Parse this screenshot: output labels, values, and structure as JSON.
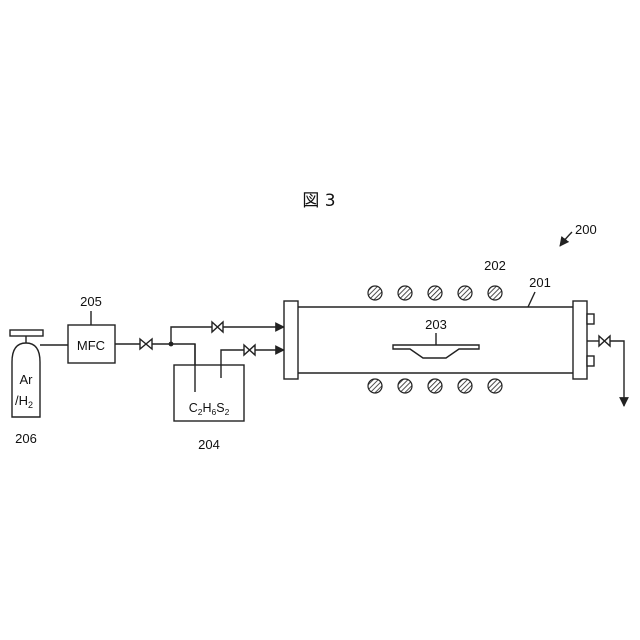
{
  "figure": {
    "title": "図 3"
  },
  "labels": {
    "apparatus": "200",
    "tube": "201",
    "heater": "202",
    "boat": "203",
    "bubbler": "204",
    "mfc": "205",
    "cylinder": "206"
  },
  "mfc": {
    "text": "MFC"
  },
  "cylinder": {
    "line1": "Ar",
    "line2_prefix": "/H",
    "line2_sub": "2"
  },
  "bubbler": {
    "c": "C",
    "c_sub": "2",
    "h": "H",
    "h_sub": "6",
    "s": "S",
    "s_sub": "2"
  },
  "colors": {
    "stroke": "#222222",
    "background": "#ffffff"
  }
}
